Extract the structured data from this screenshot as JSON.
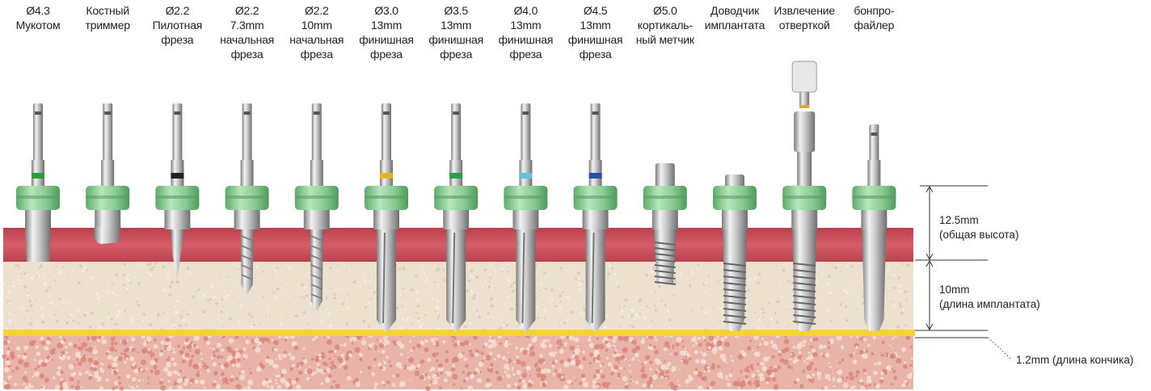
{
  "tools": [
    {
      "label": "Ø4.3\nМукотом",
      "type": "mucotome",
      "band": "#2a9d3a"
    },
    {
      "label": "Костный\nтриммер",
      "type": "trimmer",
      "band": ""
    },
    {
      "label": "Ø2.2\nПилотная\nфреза",
      "type": "pilot",
      "band": "#222222"
    },
    {
      "label": "Ø2.2\n7.3mm\nначальная\nфреза",
      "type": "initial-short",
      "band": ""
    },
    {
      "label": "Ø2.2\n10mm\nначальная\nфреза",
      "type": "initial-long",
      "band": ""
    },
    {
      "label": "Ø3.0\n13mm\nфинишная\nфреза",
      "type": "final",
      "band": "#e8b21c"
    },
    {
      "label": "Ø3.5\n13mm\nфинишная\nфреза",
      "type": "final",
      "band": "#2aa043"
    },
    {
      "label": "Ø4.0\n13mm\nфинишная\nфреза",
      "type": "final",
      "band": "#5fc3dd"
    },
    {
      "label": "Ø4.5\n13mm\nфинишная\nфреза",
      "type": "final",
      "band": "#2950a8"
    },
    {
      "label": "Ø5.0\nкортикаль-\nный метчик",
      "type": "tap",
      "band": ""
    },
    {
      "label": "Доводчик\nимплантата",
      "type": "implant-driver",
      "band": ""
    },
    {
      "label": "Извлечение\nотверткой",
      "type": "screwdriver",
      "band": ""
    },
    {
      "label": "бонпро-\nфайлер",
      "type": "profiler",
      "band": ""
    }
  ],
  "dimensions": {
    "total": {
      "value": "12.5mm",
      "desc": "(общая высота)"
    },
    "implant": {
      "value": "10mm",
      "desc": "(длина имплантата)"
    },
    "tip": {
      "text": "1.2mm (длина кончика)"
    }
  },
  "colors": {
    "gum": "#c84a55",
    "bone": "#ece0cf",
    "marrow": "#e8b3a8",
    "tipline": "#f5d431",
    "stopper": "#8fce98"
  }
}
